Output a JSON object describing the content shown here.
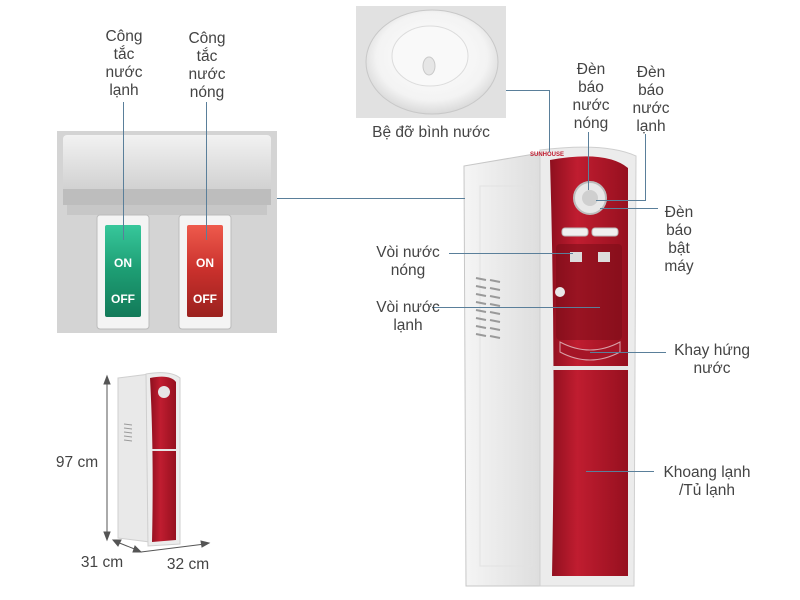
{
  "labels": {
    "cold_switch": "Công\ntắc\nnước\nlạnh",
    "hot_switch": "Công\ntắc\nnước\nnóng",
    "bottle_base": "Bệ đỡ bình nước",
    "hot_indicator": "Đèn\nbáo\nnước\nnóng",
    "cold_indicator": "Đèn\nbáo\nnước\nlạnh",
    "power_indicator": "Đèn\nbáo\nbật\nmáy",
    "hot_tap": "Vòi nước\nnóng",
    "cold_tap": "Vòi nước\nlạnh",
    "drip_tray": "Khay hứng\nnước",
    "cold_cabinet": "Khoang lạnh\n/Tủ lạnh"
  },
  "switches": {
    "on_text": "ON",
    "off_text": "OFF"
  },
  "brand": "SUNHOUSE",
  "dimensions": {
    "height": "97 cm",
    "depth": "31 cm",
    "width": "32 cm"
  },
  "colors": {
    "body_red": "#b3182a",
    "body_white": "#eeeeee",
    "switch_green": "#1d9d73",
    "switch_red": "#c9302c",
    "leader_line": "#5a7f9a"
  }
}
